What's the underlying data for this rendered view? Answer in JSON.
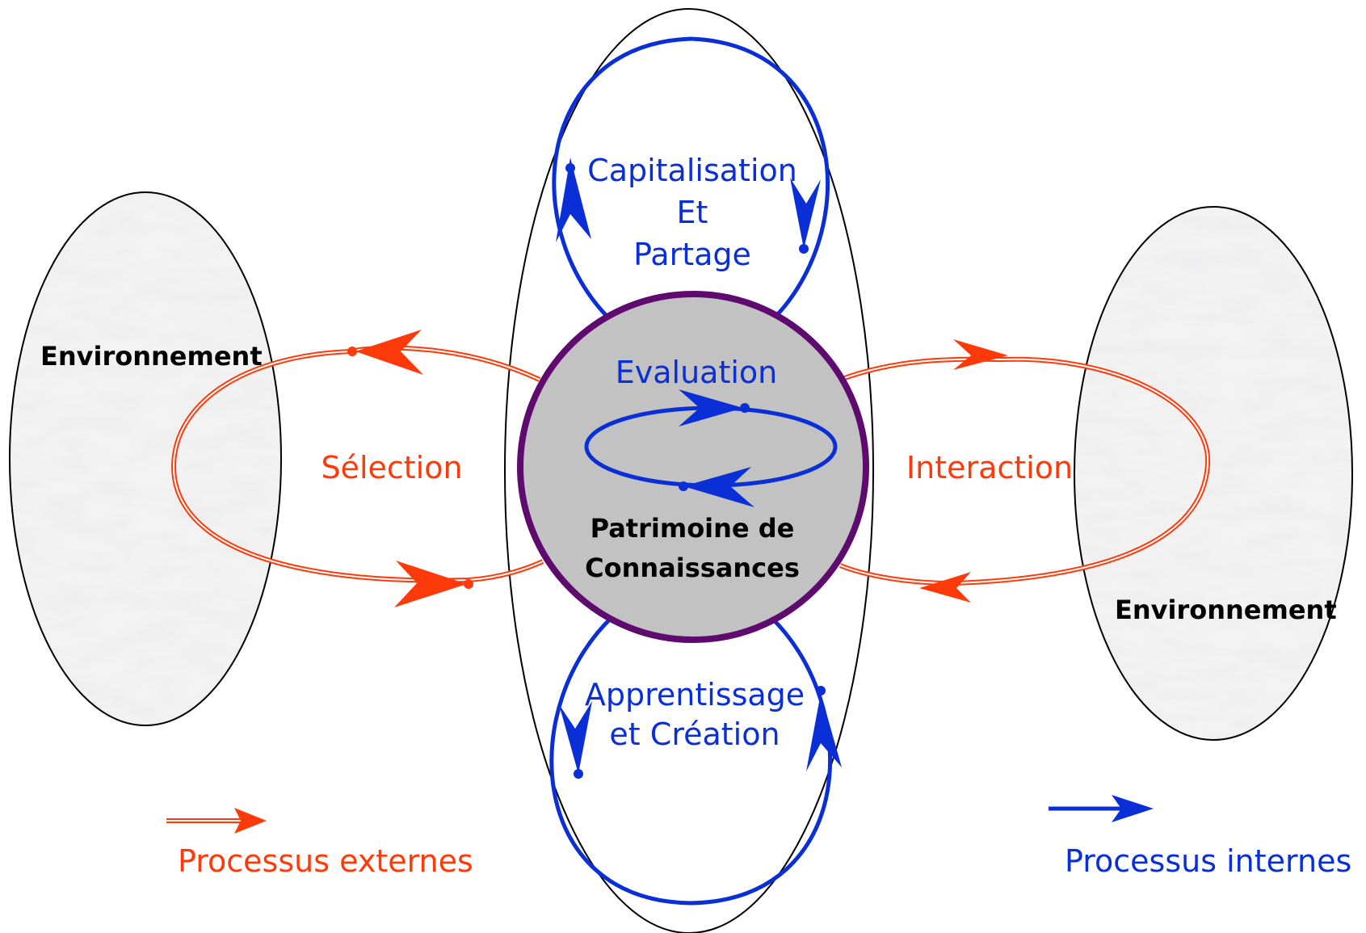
{
  "colors": {
    "internal": "#0a2fd6",
    "external": "#ff3a0a",
    "core_fill": "#c2c2c2",
    "core_stroke": "#5e0a6e",
    "outline": "#000000",
    "environment_fill": "#d9d9d9"
  },
  "center": {
    "core_line1": "Patrimoine de",
    "core_line2": "Connaissances",
    "top_loop_line1": "Capitalisation",
    "top_loop_line2": "Et",
    "top_loop_line3": "Partage",
    "bottom_loop_line1": "Apprentissage",
    "bottom_loop_line2": "et Création",
    "inner_loop": "Evaluation"
  },
  "left": {
    "environment": "Environnement",
    "process": "Sélection"
  },
  "right": {
    "environment": "Environnement",
    "process": "Interaction"
  },
  "legend": {
    "external": "Processus externes",
    "internal": "Processus internes"
  }
}
